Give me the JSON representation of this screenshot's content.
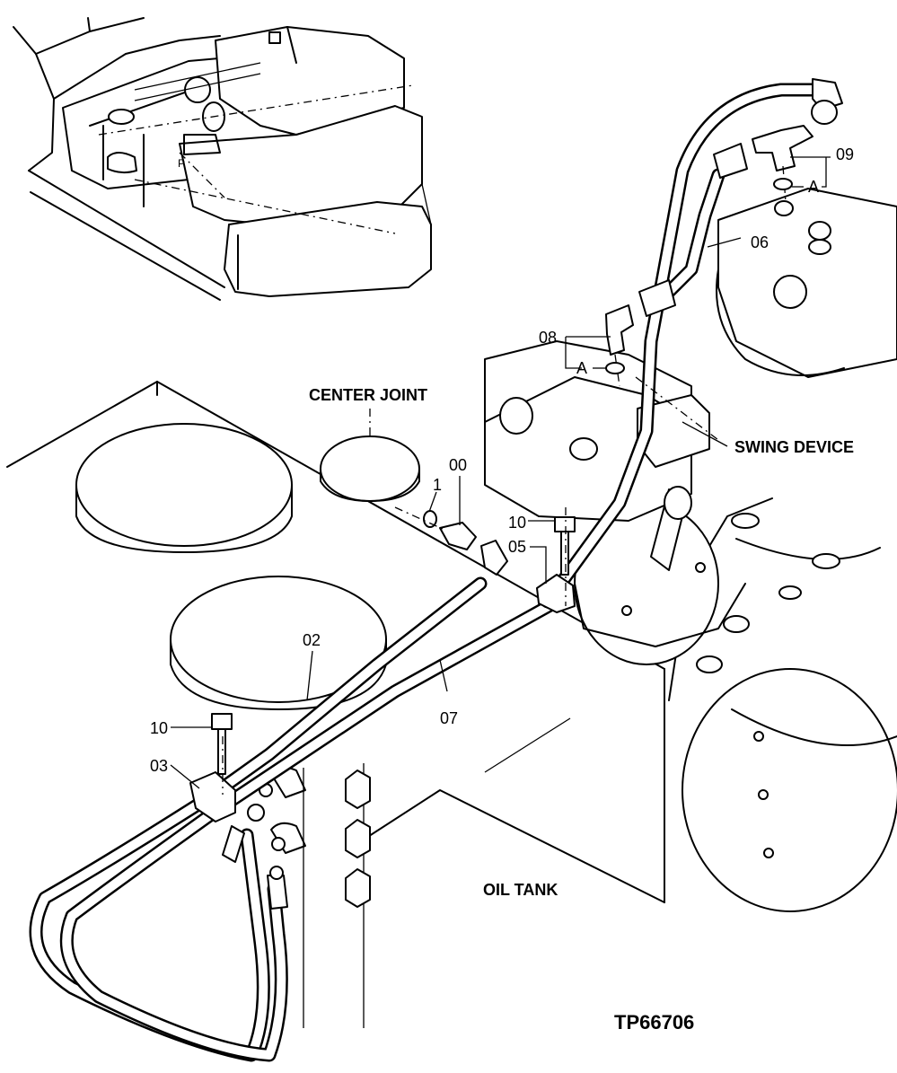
{
  "diagram": {
    "drawing_id": "TP66706",
    "components": {
      "center_joint": "CENTER JOINT",
      "swing_device": "SWING DEVICE",
      "oil_tank": "OIL TANK"
    },
    "part_callouts": {
      "p00": "00",
      "p1": "1",
      "p02": "02",
      "p03": "03",
      "p05": "05",
      "p06": "06",
      "p07": "07",
      "p08": "08",
      "p09": "09",
      "p10_upper": "10",
      "p10_lower": "10",
      "detail_a_upper": "A",
      "detail_a_lower": "A"
    }
  }
}
